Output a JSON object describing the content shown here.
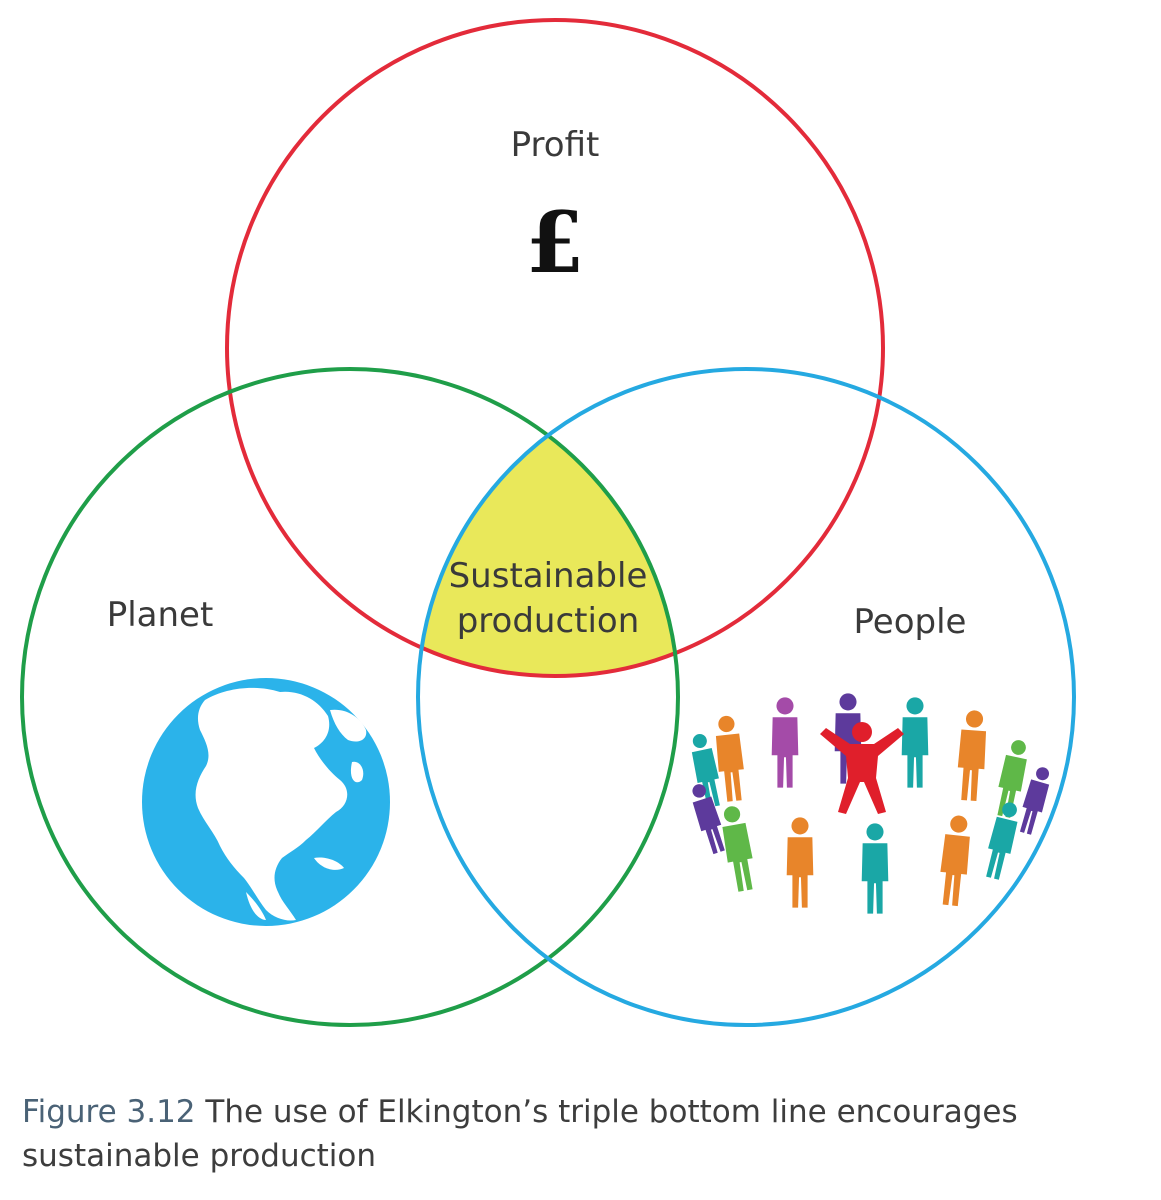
{
  "diagram": {
    "circles": {
      "profit": {
        "label": "Profit",
        "symbol": "£",
        "stroke": "#e32b3a"
      },
      "planet": {
        "label": "Planet",
        "stroke": "#1f9e49"
      },
      "people": {
        "label": "People",
        "stroke": "#25a9e1"
      }
    },
    "center": {
      "line1": "Sustainable",
      "line2": "production",
      "fill": "#e9e85a"
    },
    "earth_color": "#2bb3ea",
    "people_colors": [
      "#e8852a",
      "#a44ba8",
      "#5d3a9c",
      "#1aa7a6",
      "#5fb848",
      "#e01f2b"
    ]
  },
  "caption": {
    "figure_label": "Figure 3.12",
    "text": " The use of Elkington’s triple bottom line encourages sustainable production"
  }
}
